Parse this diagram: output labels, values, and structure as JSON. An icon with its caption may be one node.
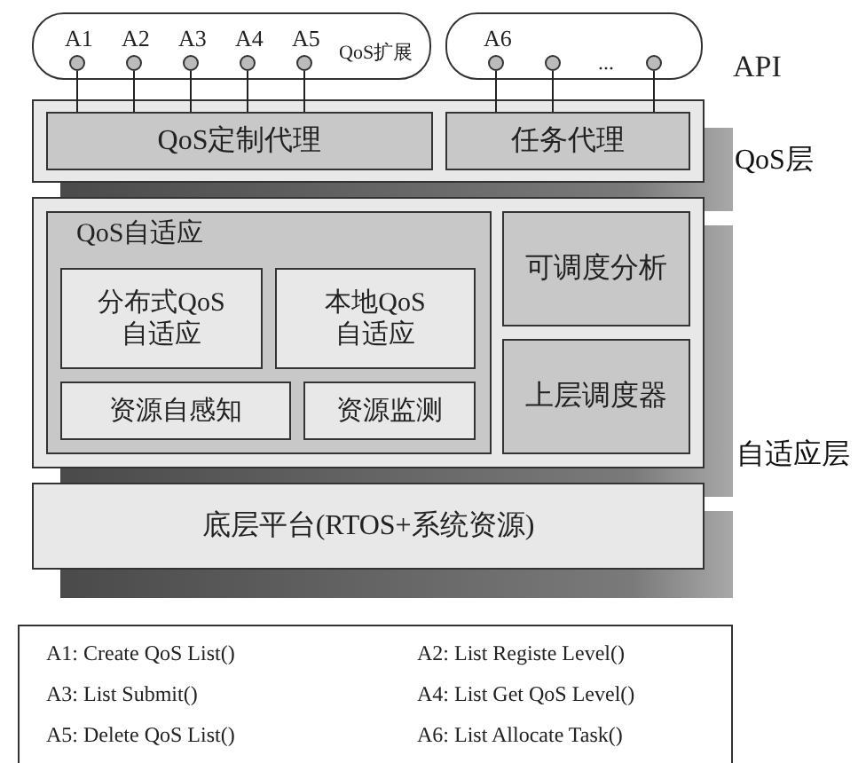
{
  "diagram": {
    "nodes": [
      {
        "text": [
          "QoS扩展"
        ]
      },
      {
        "text": [
          "A1"
        ],
        "in": 0
      },
      {
        "text": [
          "A2"
        ],
        "in": 0
      },
      {
        "text": [
          "A3"
        ],
        "in": 0
      },
      {
        "text": [
          "A4"
        ],
        "in": 0
      },
      {
        "text": [
          "A5"
        ],
        "in": 0
      },
      {
        "text": [
          "..."
        ]
      },
      {
        "text": [
          "A6"
        ],
        "in": 6
      },
      {
        "text": [],
        "shape": "circle",
        "in": 6
      },
      {
        "text": [],
        "shape": "circle",
        "in": 6
      },
      {
        "text": [
          "QoS层"
        ]
      },
      {
        "text": [
          "QoS定制代理"
        ],
        "in": 10
      },
      {
        "text": [
          "任务代理"
        ],
        "in": 10
      },
      {
        "text": [
          "自适应层"
        ]
      },
      {
        "text": [
          "QoS自适应"
        ],
        "in": 13
      },
      {
        "text": [
          "分布式QoS自适应"
        ],
        "in": 14
      },
      {
        "text": [
          "本地QoS自适应"
        ],
        "in": 14
      },
      {
        "text": [
          "资源自感知"
        ],
        "in": 14
      },
      {
        "text": [
          "资源监测"
        ],
        "in": 14
      },
      {
        "text": [
          "可调度分析"
        ],
        "in": 13
      },
      {
        "text": [
          "上层调度器"
        ],
        "in": 13
      },
      {
        "text": [
          "底层平台(RTOS+系统资源)"
        ]
      },
      {
        "text": [
          "A1: Create QoS List()",
          "A2: List Registe Level()",
          "A3: List Submit()",
          "A4: List Get QoS Level()",
          "A5: Delete QoS List()",
          "A6: List Allocate Task()"
        ]
      }
    ],
    "edges": [
      {
        "from": 1,
        "to": 11,
        "arrow": "none"
      },
      {
        "from": 2,
        "to": 11,
        "arrow": "none"
      },
      {
        "from": 3,
        "to": 11,
        "arrow": "none"
      },
      {
        "from": 4,
        "to": 11,
        "arrow": "none"
      },
      {
        "from": 5,
        "to": 11,
        "arrow": "none"
      },
      {
        "from": 7,
        "to": 12,
        "arrow": "none"
      },
      {
        "from": 8,
        "to": 12,
        "arrow": "none"
      },
      {
        "from": 9,
        "to": 12,
        "arrow": "none"
      }
    ],
    "labels": [
      "API"
    ]
  }
}
